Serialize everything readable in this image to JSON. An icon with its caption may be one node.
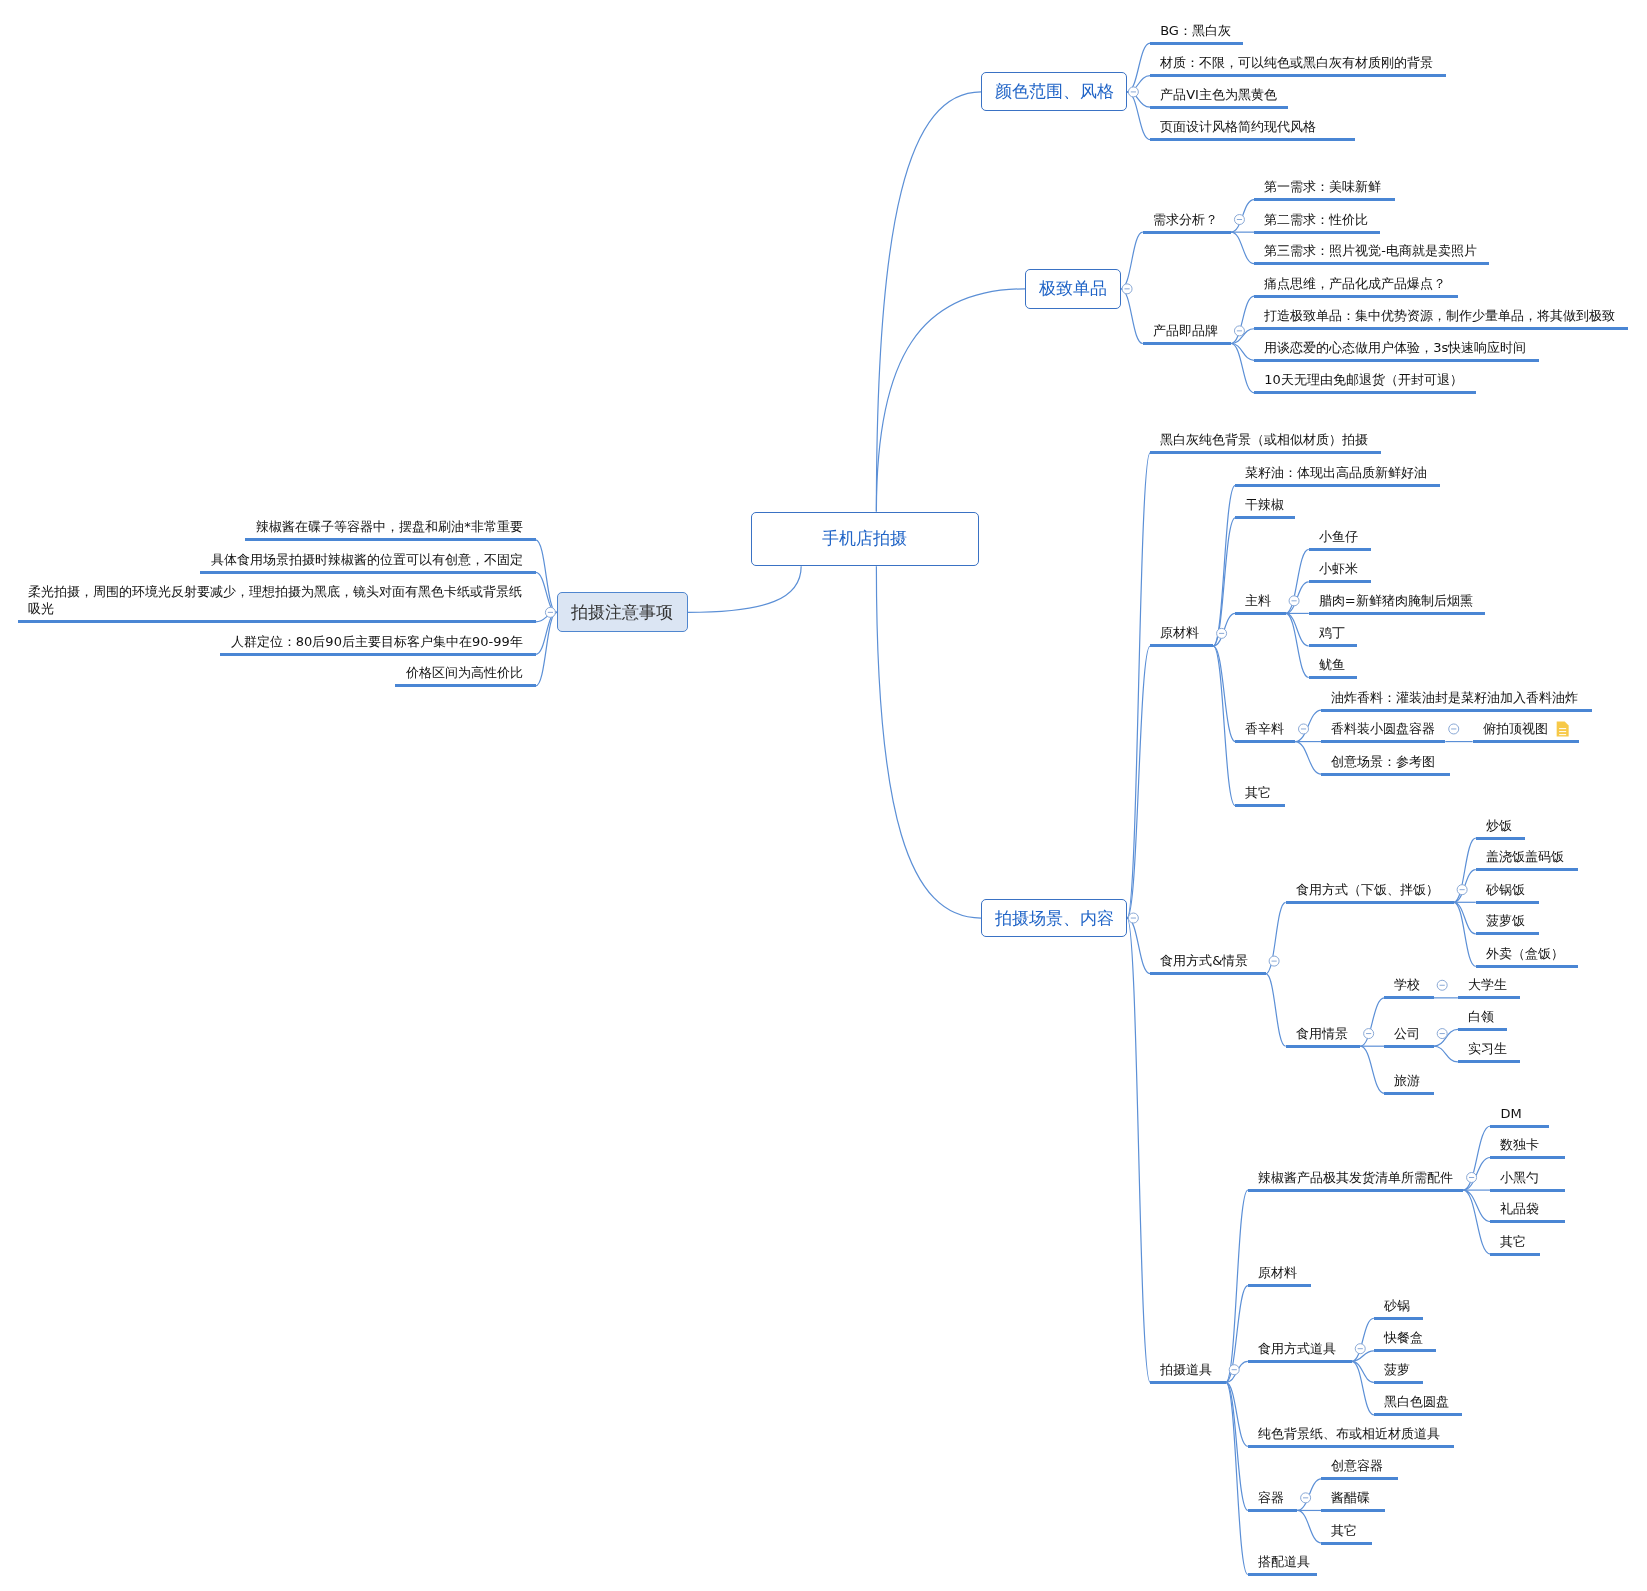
{
  "diagram": {
    "nodes": [
      {
        "text": [
          "手机店拍摄"
        ]
      },
      {
        "text": [
          "颜色范围、风格"
        ]
      },
      {
        "text": [
          "BG：黑白灰"
        ]
      },
      {
        "text": [
          "材质：不限，可以纯色或黑白灰有材质刚的背景"
        ]
      },
      {
        "text": [
          "产品VI主色为黑黄色"
        ]
      },
      {
        "text": [
          "页面设计风格简约现代风格"
        ]
      },
      {
        "text": [
          "极致单品"
        ]
      },
      {
        "text": [
          "需求分析？"
        ]
      },
      {
        "text": [
          "第一需求：美味新鲜"
        ]
      },
      {
        "text": [
          "第二需求：性价比"
        ]
      },
      {
        "text": [
          "第三需求：照片视觉-电商就是卖照片"
        ]
      },
      {
        "text": [
          "产品即品牌"
        ]
      },
      {
        "text": [
          "痛点思维，产品化成产品爆点？"
        ]
      },
      {
        "text": [
          "打造极致单品：集中优势资源，制作少量单品，将其做到极致"
        ]
      },
      {
        "text": [
          "用谈恋爱的心态做用户体验，3s快速响应时间"
        ]
      },
      {
        "text": [
          "10天无理由免邮退货（开封可退）"
        ]
      },
      {
        "text": [
          "拍摄场景、内容"
        ]
      },
      {
        "text": [
          "黑白灰纯色背景（或相似材质）拍摄"
        ]
      },
      {
        "text": [
          "原材料"
        ]
      },
      {
        "text": [
          "菜籽油：体现出高品质新鲜好油"
        ]
      },
      {
        "text": [
          "干辣椒"
        ]
      },
      {
        "text": [
          "主料"
        ]
      },
      {
        "text": [
          "小鱼仔"
        ]
      },
      {
        "text": [
          "小虾米"
        ]
      },
      {
        "text": [
          "腊肉=新鲜猪肉腌制后烟熏"
        ]
      },
      {
        "text": [
          "鸡丁"
        ]
      },
      {
        "text": [
          "鱿鱼"
        ]
      },
      {
        "text": [
          "香辛料"
        ]
      },
      {
        "text": [
          "油炸香料：灌装油封是菜籽油加入香料油炸"
        ]
      },
      {
        "text": [
          "香料装小圆盘容器"
        ]
      },
      {
        "text": [
          "俯拍顶视图"
        ]
      },
      {
        "text": [
          "创意场景：参考图"
        ]
      },
      {
        "text": [
          "其它"
        ]
      },
      {
        "text": [
          "食用方式&情景"
        ]
      },
      {
        "text": [
          "食用方式（下饭、拌饭）"
        ]
      },
      {
        "text": [
          "炒饭"
        ]
      },
      {
        "text": [
          "盖浇饭盖码饭"
        ]
      },
      {
        "text": [
          "砂锅饭"
        ]
      },
      {
        "text": [
          "菠萝饭"
        ]
      },
      {
        "text": [
          "外卖（盒饭）"
        ]
      },
      {
        "text": [
          "食用情景"
        ]
      },
      {
        "text": [
          "学校"
        ]
      },
      {
        "text": [
          "大学生"
        ]
      },
      {
        "text": [
          "公司"
        ]
      },
      {
        "text": [
          "白领"
        ]
      },
      {
        "text": [
          "实习生"
        ]
      },
      {
        "text": [
          "旅游"
        ]
      },
      {
        "text": [
          "拍摄道具"
        ]
      },
      {
        "text": [
          "辣椒酱产品极其发货清单所需配件"
        ]
      },
      {
        "text": [
          "DM"
        ]
      },
      {
        "text": [
          "数独卡"
        ]
      },
      {
        "text": [
          "小黑勺"
        ]
      },
      {
        "text": [
          "礼品袋"
        ]
      },
      {
        "text": [
          "其它"
        ]
      },
      {
        "text": [
          "原材料"
        ]
      },
      {
        "text": [
          "食用方式道具"
        ]
      },
      {
        "text": [
          "砂锅"
        ]
      },
      {
        "text": [
          "快餐盒"
        ]
      },
      {
        "text": [
          "菠萝"
        ]
      },
      {
        "text": [
          "黑白色圆盘"
        ]
      },
      {
        "text": [
          "纯色背景纸、布或相近材质道具"
        ]
      },
      {
        "text": [
          "容器"
        ]
      },
      {
        "text": [
          "创意容器"
        ]
      },
      {
        "text": [
          "酱醋碟"
        ]
      },
      {
        "text": [
          "其它"
        ]
      },
      {
        "text": [
          "搭配道具"
        ]
      },
      {
        "text": [
          "拍摄注意事项"
        ]
      },
      {
        "text": [
          "辣椒酱在碟子等容器中，摆盘和刷油*非常重要"
        ]
      },
      {
        "text": [
          "具体食用场景拍摄时辣椒酱的位置可以有创意，不固定"
        ]
      },
      {
        "text": [
          "柔光拍摄，周围的环境光反射要减少，理想拍摄为黑底，镜头对面有黑色卡纸或背景纸吸光"
        ]
      },
      {
        "text": [
          "人群定位：80后90后主要目标客户集中在90-99年"
        ]
      },
      {
        "text": [
          "价格区间为高性价比"
        ]
      }
    ],
    "edges": [
      {
        "from": 0,
        "to": 1,
        "arrow": "none"
      },
      {
        "from": 0,
        "to": 6,
        "arrow": "none"
      },
      {
        "from": 0,
        "to": 16,
        "arrow": "none"
      },
      {
        "from": 0,
        "to": 66,
        "arrow": "none"
      },
      {
        "from": 1,
        "to": 2,
        "arrow": "none"
      },
      {
        "from": 1,
        "to": 3,
        "arrow": "none"
      },
      {
        "from": 1,
        "to": 4,
        "arrow": "none"
      },
      {
        "from": 1,
        "to": 5,
        "arrow": "none"
      },
      {
        "from": 6,
        "to": 7,
        "arrow": "none"
      },
      {
        "from": 6,
        "to": 11,
        "arrow": "none"
      },
      {
        "from": 7,
        "to": 8,
        "arrow": "none"
      },
      {
        "from": 7,
        "to": 9,
        "arrow": "none"
      },
      {
        "from": 7,
        "to": 10,
        "arrow": "none"
      },
      {
        "from": 11,
        "to": 12,
        "arrow": "none"
      },
      {
        "from": 11,
        "to": 13,
        "arrow": "none"
      },
      {
        "from": 11,
        "to": 14,
        "arrow": "none"
      },
      {
        "from": 11,
        "to": 15,
        "arrow": "none"
      },
      {
        "from": 16,
        "to": 17,
        "arrow": "none"
      },
      {
        "from": 16,
        "to": 18,
        "arrow": "none"
      },
      {
        "from": 16,
        "to": 33,
        "arrow": "none"
      },
      {
        "from": 16,
        "to": 47,
        "arrow": "none"
      },
      {
        "from": 18,
        "to": 19,
        "arrow": "none"
      },
      {
        "from": 18,
        "to": 20,
        "arrow": "none"
      },
      {
        "from": 18,
        "to": 21,
        "arrow": "none"
      },
      {
        "from": 18,
        "to": 27,
        "arrow": "none"
      },
      {
        "from": 18,
        "to": 32,
        "arrow": "none"
      },
      {
        "from": 21,
        "to": 22,
        "arrow": "none"
      },
      {
        "from": 21,
        "to": 23,
        "arrow": "none"
      },
      {
        "from": 21,
        "to": 24,
        "arrow": "none"
      },
      {
        "from": 21,
        "to": 25,
        "arrow": "none"
      },
      {
        "from": 21,
        "to": 26,
        "arrow": "none"
      },
      {
        "from": 27,
        "to": 28,
        "arrow": "none"
      },
      {
        "from": 27,
        "to": 29,
        "arrow": "none"
      },
      {
        "from": 27,
        "to": 31,
        "arrow": "none"
      },
      {
        "from": 29,
        "to": 30,
        "arrow": "none"
      },
      {
        "from": 33,
        "to": 34,
        "arrow": "none"
      },
      {
        "from": 33,
        "to": 40,
        "arrow": "none"
      },
      {
        "from": 34,
        "to": 35,
        "arrow": "none"
      },
      {
        "from": 34,
        "to": 36,
        "arrow": "none"
      },
      {
        "from": 34,
        "to": 37,
        "arrow": "none"
      },
      {
        "from": 34,
        "to": 38,
        "arrow": "none"
      },
      {
        "from": 34,
        "to": 39,
        "arrow": "none"
      },
      {
        "from": 40,
        "to": 41,
        "arrow": "none"
      },
      {
        "from": 40,
        "to": 43,
        "arrow": "none"
      },
      {
        "from": 40,
        "to": 46,
        "arrow": "none"
      },
      {
        "from": 41,
        "to": 42,
        "arrow": "none"
      },
      {
        "from": 43,
        "to": 44,
        "arrow": "none"
      },
      {
        "from": 43,
        "to": 45,
        "arrow": "none"
      },
      {
        "from": 47,
        "to": 48,
        "arrow": "none"
      },
      {
        "from": 47,
        "to": 54,
        "arrow": "none"
      },
      {
        "from": 47,
        "to": 55,
        "arrow": "none"
      },
      {
        "from": 47,
        "to": 60,
        "arrow": "none"
      },
      {
        "from": 47,
        "to": 61,
        "arrow": "none"
      },
      {
        "from": 47,
        "to": 65,
        "arrow": "none"
      },
      {
        "from": 48,
        "to": 49,
        "arrow": "none"
      },
      {
        "from": 48,
        "to": 50,
        "arrow": "none"
      },
      {
        "from": 48,
        "to": 51,
        "arrow": "none"
      },
      {
        "from": 48,
        "to": 52,
        "arrow": "none"
      },
      {
        "from": 48,
        "to": 53,
        "arrow": "none"
      },
      {
        "from": 55,
        "to": 56,
        "arrow": "none"
      },
      {
        "from": 55,
        "to": 57,
        "arrow": "none"
      },
      {
        "from": 55,
        "to": 58,
        "arrow": "none"
      },
      {
        "from": 55,
        "to": 59,
        "arrow": "none"
      },
      {
        "from": 61,
        "to": 62,
        "arrow": "none"
      },
      {
        "from": 61,
        "to": 63,
        "arrow": "none"
      },
      {
        "from": 61,
        "to": 64,
        "arrow": "none"
      },
      {
        "from": 66,
        "to": 67,
        "arrow": "none"
      },
      {
        "from": 66,
        "to": 68,
        "arrow": "none"
      },
      {
        "from": 66,
        "to": 69,
        "arrow": "none"
      },
      {
        "from": 66,
        "to": 70,
        "arrow": "none"
      },
      {
        "from": 66,
        "to": 71,
        "arrow": "none"
      }
    ]
  }
}
